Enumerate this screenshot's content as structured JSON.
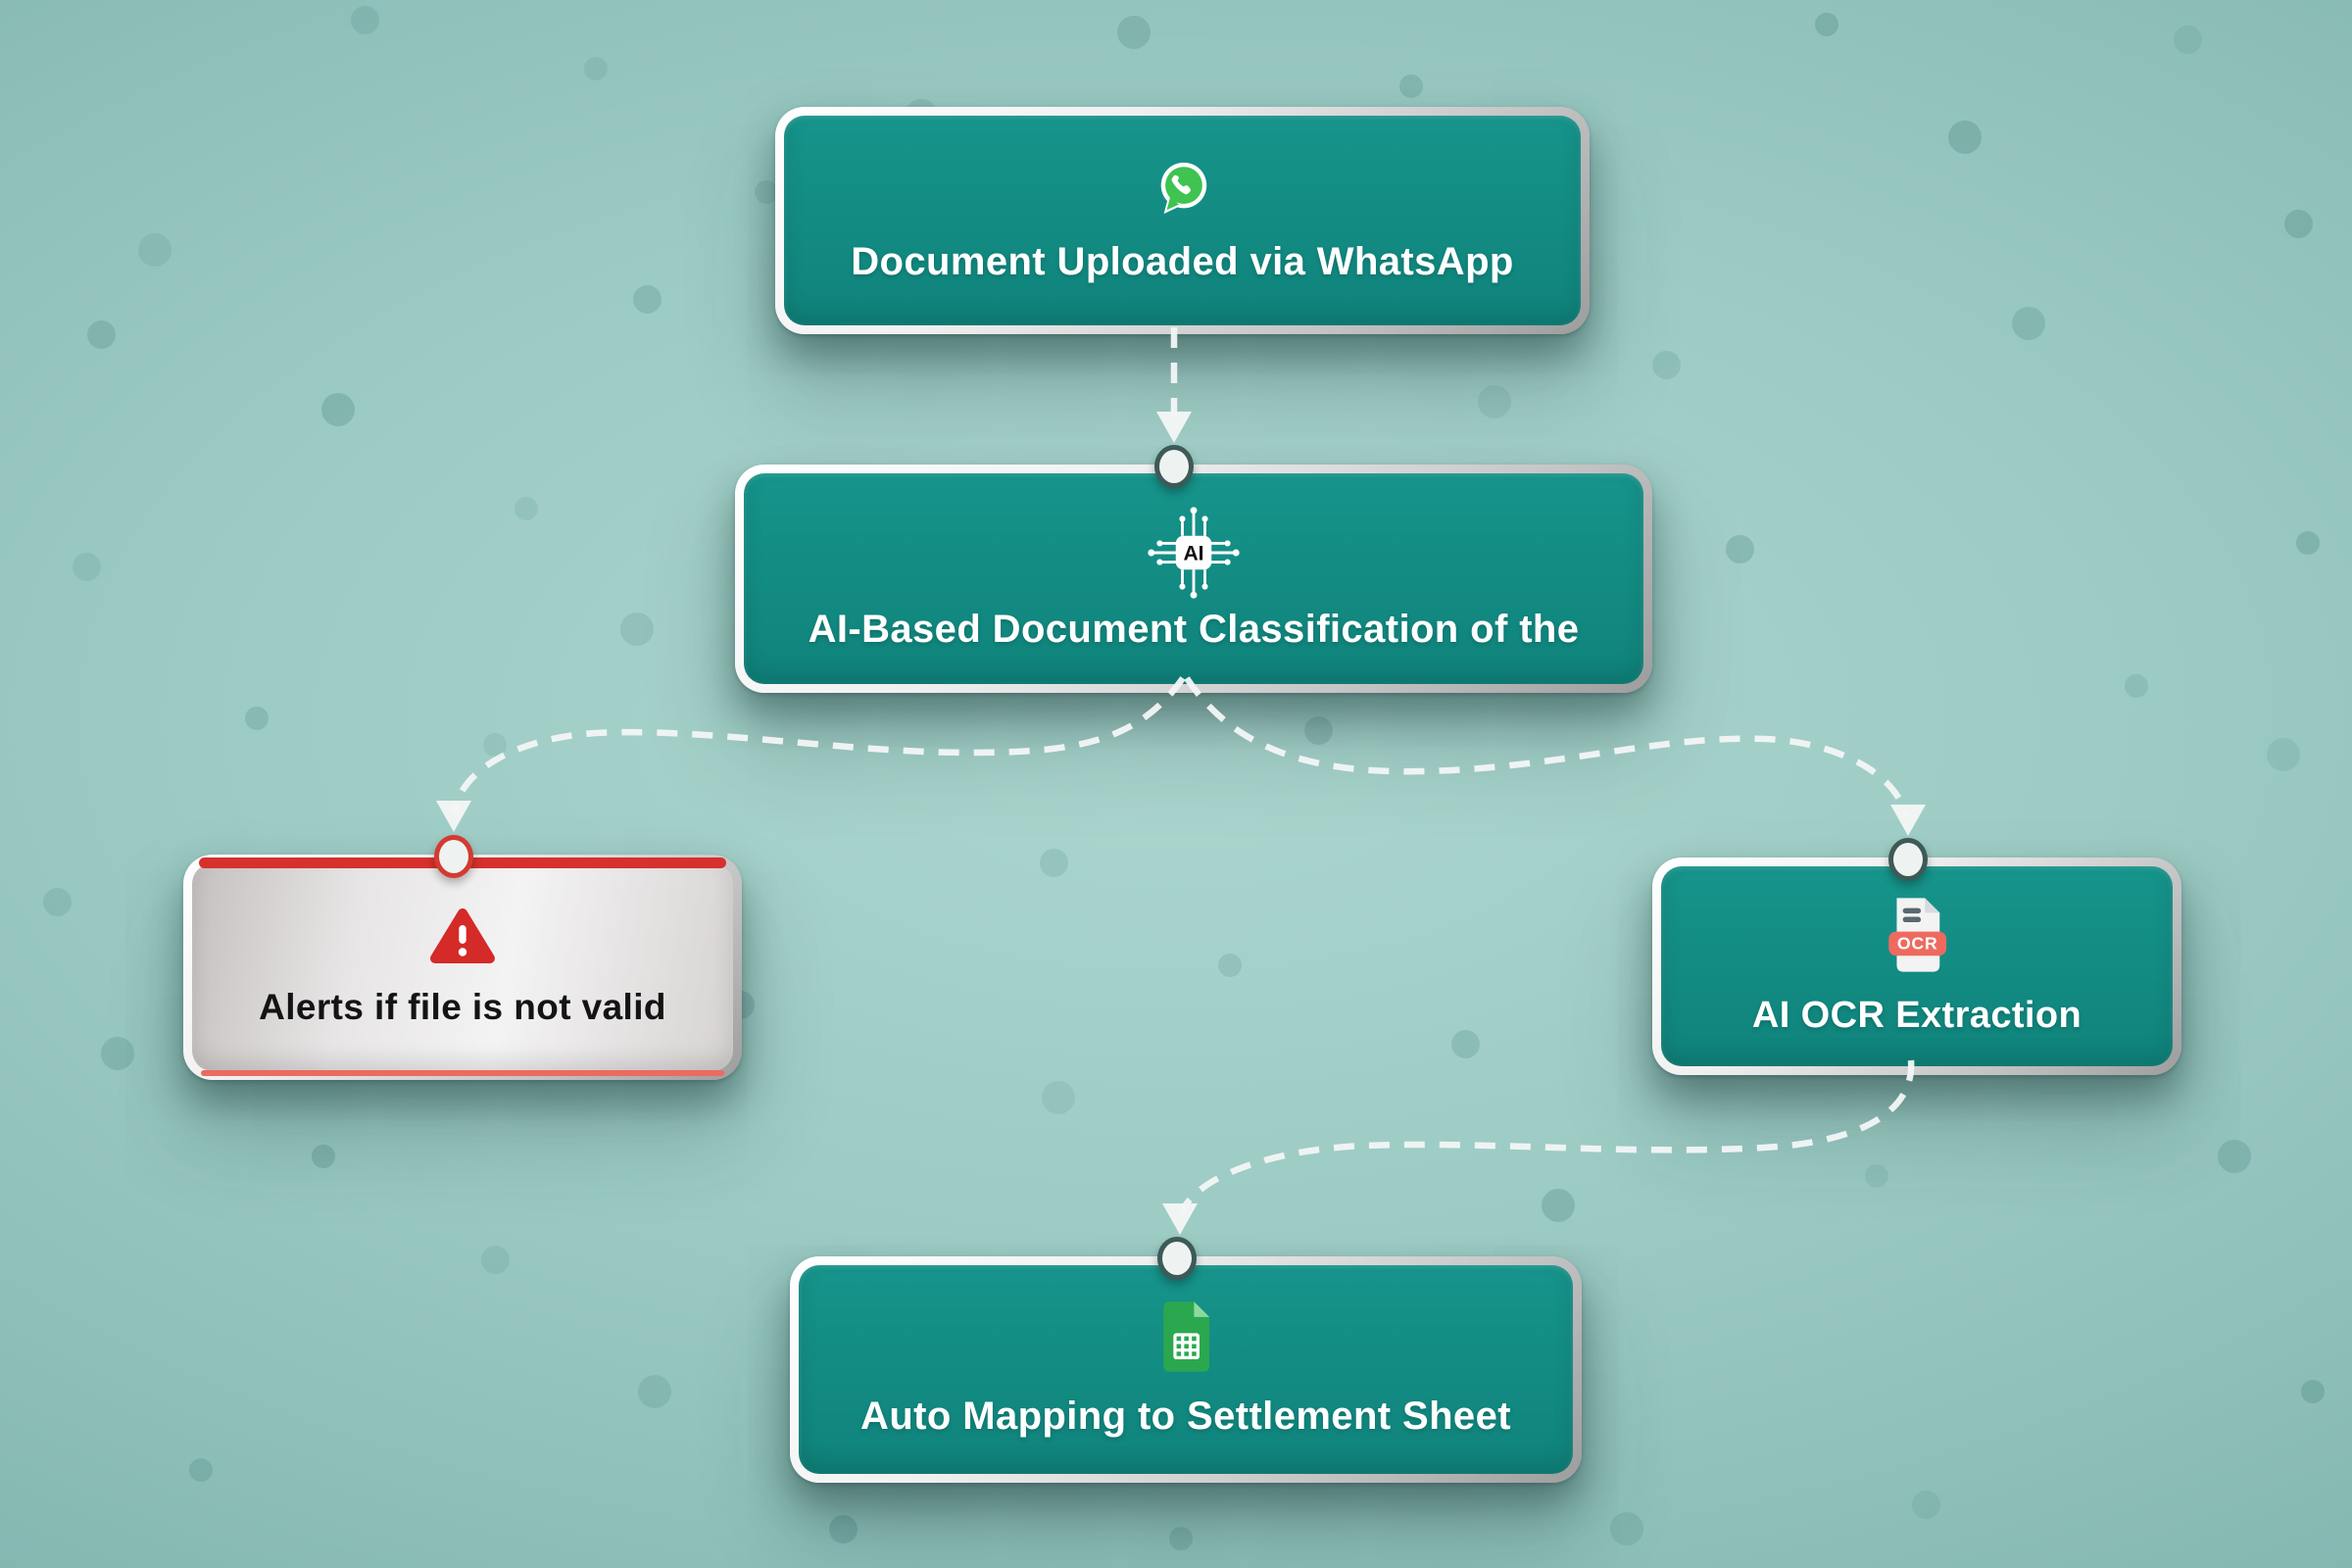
{
  "nodes": {
    "whatsapp": {
      "label": "Document Uploaded via WhatsApp"
    },
    "classification": {
      "label": "AI-Based Document Classification of the",
      "chip_text": "AI"
    },
    "alert": {
      "label": "Alerts if file is not valid"
    },
    "ocr": {
      "label": "AI OCR Extraction",
      "badge_text": "OCR"
    },
    "mapping": {
      "label": "Auto Mapping to Settlement Sheet"
    }
  },
  "colors": {
    "node_teal": "#13918a",
    "background_center": "#abd6cf",
    "background_edge": "#639b94",
    "alert_red": "#d6312c",
    "ocr_badge_coral": "#ee6a5f",
    "whatsapp_green": "#3fc351",
    "sheets_green": "#2ba84f",
    "connector_white": "#f3f6f5",
    "port_ring_dark": "#3d5a57"
  }
}
